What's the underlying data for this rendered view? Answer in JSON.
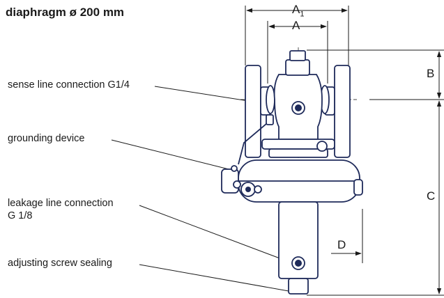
{
  "title": "diaphragm ø 200 mm",
  "labels": {
    "sense_line": "sense line connection G1/4",
    "grounding": "grounding device",
    "leakage_line_1": "leakage line connection",
    "leakage_line_2": "G 1/8",
    "adjusting_screw": "adjusting screw sealing"
  },
  "dimensions": {
    "a1": "A",
    "a1_sub": "1",
    "a": "A",
    "b": "B",
    "c": "C",
    "d": "D"
  },
  "colors": {
    "drawing": "#1e2a5a",
    "lines": "#1a1a1a"
  }
}
